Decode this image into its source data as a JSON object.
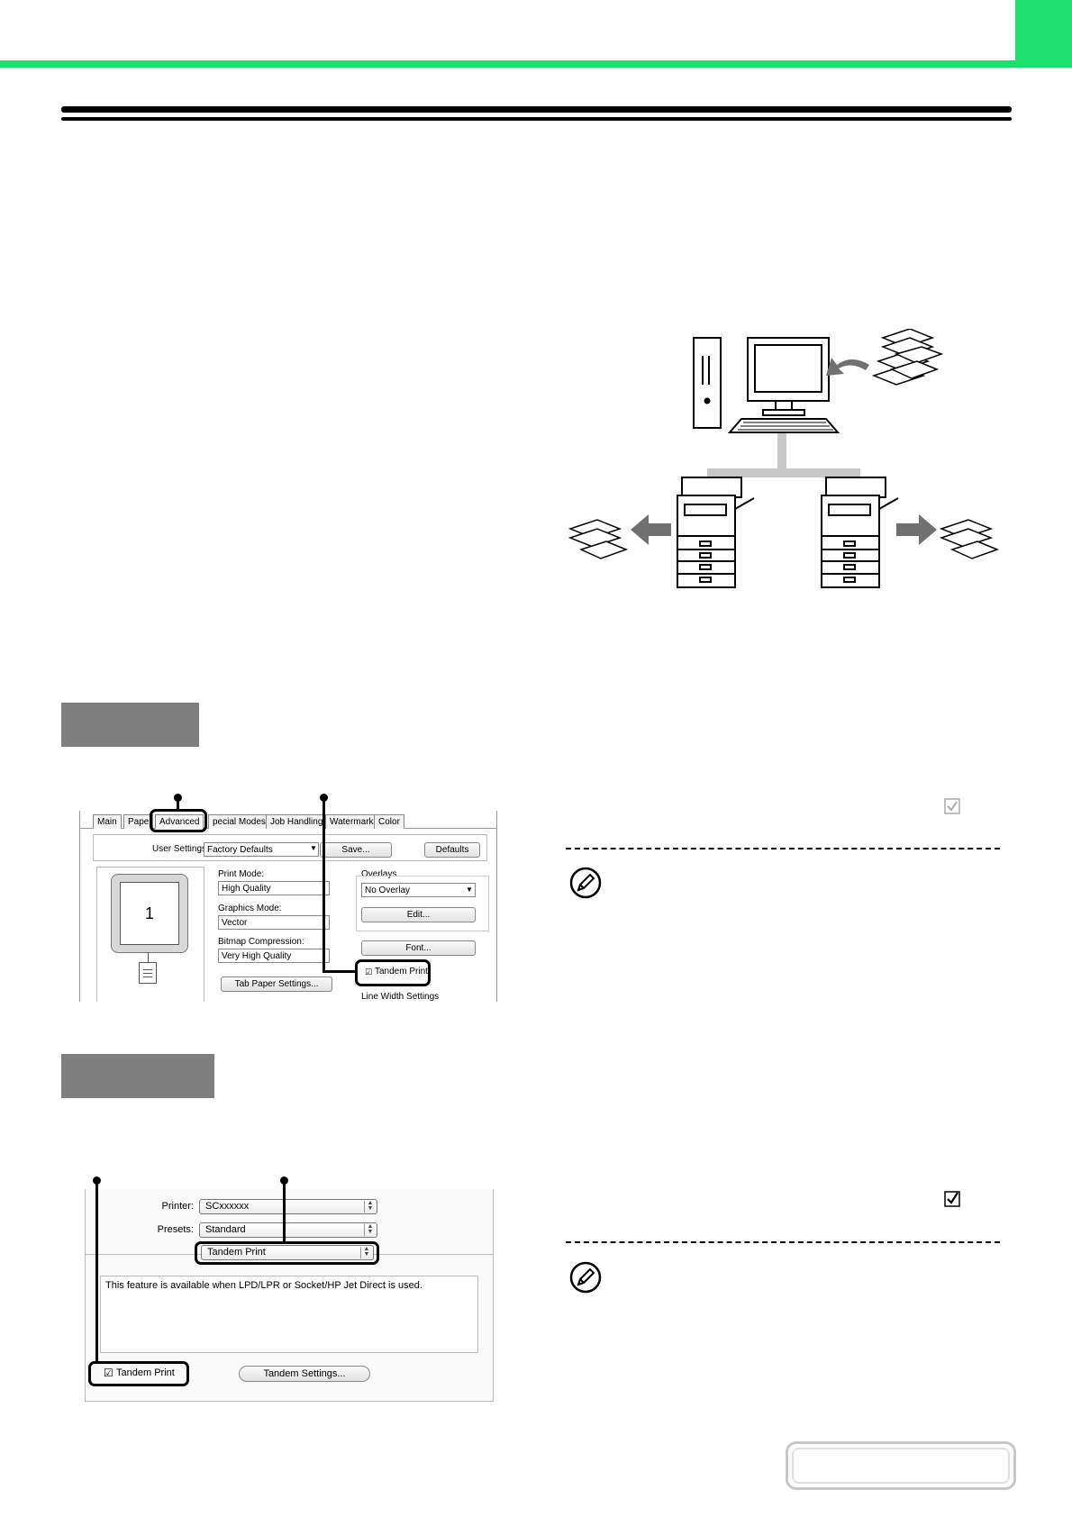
{
  "colors": {
    "accent_green": "#1fe06e",
    "step_gray": "#7f7f7f"
  },
  "illustration": {
    "name": "tandem-print-network-diagram",
    "icons": [
      "computer-icon",
      "documents-icon",
      "printer-icon",
      "arrow-icon"
    ]
  },
  "windows_dialog": {
    "tabs": [
      "Main",
      "Pape",
      "Advanced",
      "pecial Modes",
      "Job Handling",
      "Watermarks",
      "Color"
    ],
    "user_settings_label": "User Settings:",
    "user_settings_value": "Factory Defaults",
    "save_button": "Save...",
    "defaults_button": "Defaults",
    "preview_page_number": "1",
    "print_mode_label": "Print Mode:",
    "print_mode_value": "High Quality",
    "graphics_mode_label": "Graphics Mode:",
    "graphics_mode_value": "Vector",
    "bitmap_compression_label": "Bitmap Compression:",
    "bitmap_compression_value": "Very High Quality",
    "tab_paper_settings_button": "Tab Paper Settings...",
    "overlays_label": "Overlays",
    "overlays_value": "No Overlay",
    "edit_button": "Edit...",
    "font_button": "Font...",
    "tandem_print_label": "Tandem Print",
    "tandem_print_checked": true,
    "line_width_settings_label": "Line Width Settings"
  },
  "mac_dialog": {
    "printer_label": "Printer:",
    "printer_value": "SCxxxxxx",
    "presets_label": "Presets:",
    "presets_value": "Standard",
    "panel_value": "Tandem Print",
    "info_text": "This feature is available when LPD/LPR or Socket/HP Jet Direct is used.",
    "tandem_print_label": "Tandem Print",
    "tandem_print_checked": true,
    "tandem_settings_button": "Tandem Settings..."
  }
}
